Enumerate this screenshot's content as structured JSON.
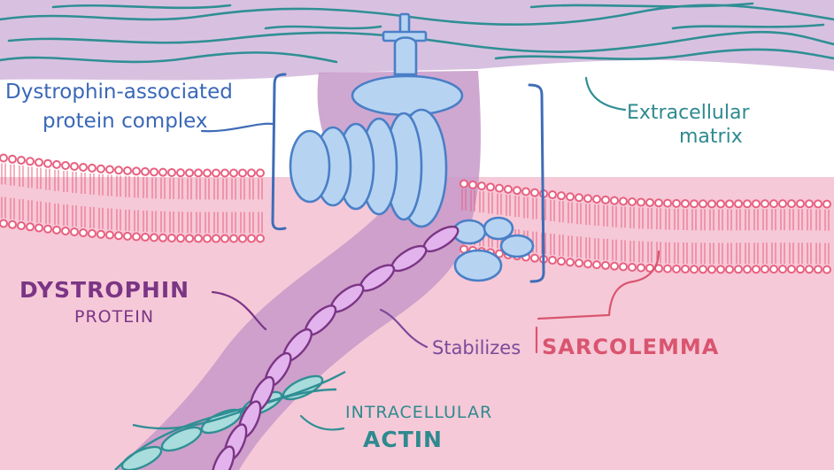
{
  "labels": {
    "dapc_line1": "Dystrophin-associated",
    "dapc_line2": "protein complex",
    "ecm_line1": "Extracellular",
    "ecm_line2": "matrix",
    "dystrophin_line1": "DYSTROPHIN",
    "dystrophin_line2": "PROTEIN",
    "stabilizes": "Stabilizes",
    "sarcolemma": "SARCOLEMMA",
    "intracellular": "INTRACELLULAR",
    "actin": "ACTIN"
  },
  "colors": {
    "extracellular_band": "#d8c1e0",
    "extracellular_fibers": "#2f8f94",
    "cytoplasm": "#f6c9d8",
    "membrane_heads": "#e8607f",
    "membrane_tails": "#ffffff",
    "complex_fill": "#b6d4f2",
    "complex_outline": "#4a7fc6",
    "dystrophin_fill": "#e2b3ec",
    "dystrophin_outline": "#7b3585",
    "shadow": "#c799c9",
    "actin_fill": "#a9dcdc",
    "actin_outline": "#2f8f94",
    "bracket": "#3f6db7"
  }
}
